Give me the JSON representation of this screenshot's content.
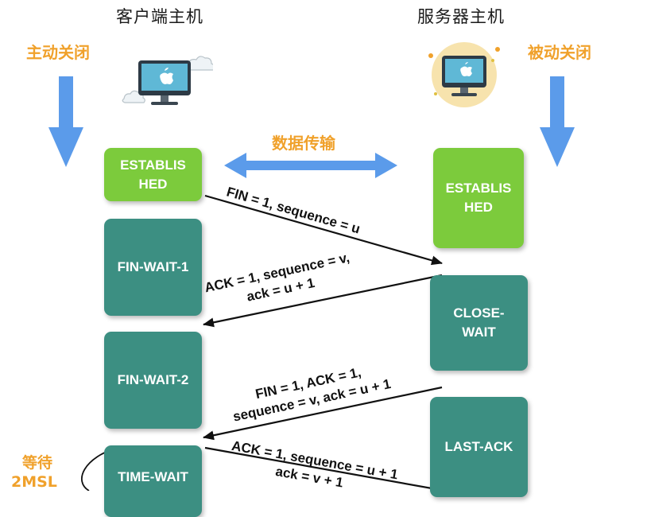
{
  "hosts": {
    "client_title": "客户端主机",
    "server_title": "服务器主机",
    "client_action": "主动关闭",
    "server_action": "被动关闭"
  },
  "transfer_label": "数据传输",
  "client_states": {
    "established": "ESTABLIS\nHED",
    "fin_wait_1": "FIN-WAIT-1",
    "fin_wait_2": "FIN-WAIT-2",
    "time_wait": "TIME-WAIT"
  },
  "server_states": {
    "established": "ESTABLIS\nHED",
    "close_wait": "CLOSE-\nWAIT",
    "last_ack": "LAST-ACK"
  },
  "messages": {
    "fin1": "FIN = 1, sequence = u",
    "ack1_line1": "ACK = 1, sequence = v,",
    "ack1_line2": "ack = u + 1",
    "fin2_line1": "FIN = 1,  ACK = 1,",
    "fin2_line2": "sequence = v, ack = u + 1",
    "ack2_line1": "ACK = 1, sequence = u + 1",
    "ack2_line2": "ack = v + 1"
  },
  "wait_label": {
    "line1": "等待",
    "line2": "2MSL"
  },
  "colors": {
    "established": "#7ccb3c",
    "state": "#3c8f82",
    "accent_orange": "#f0a12b",
    "arrow_blue": "#5b9bea"
  },
  "icons": {
    "client": "monitor-with-clouds-icon",
    "server": "monitor-in-circle-icon"
  }
}
